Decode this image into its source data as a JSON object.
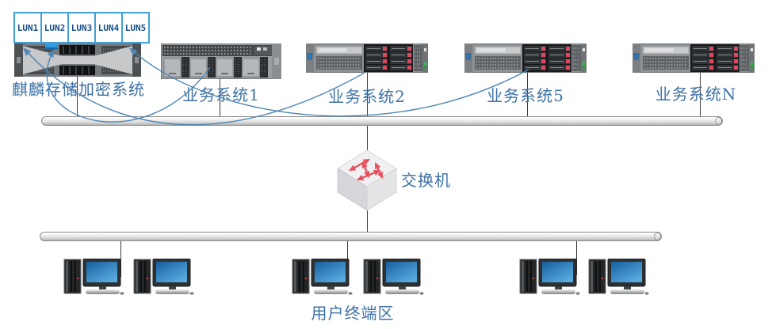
{
  "labels": {
    "storage": "麒麟存储加密系统",
    "server1": "业务系统1",
    "server2": "业务系统2",
    "server5": "业务系统5",
    "serverN": "业务系统N",
    "switch": "交换机",
    "terminal_area": "用户终端区"
  },
  "lun_strip": {
    "items": [
      "LUN1",
      "LUN2",
      "LUN3",
      "LUN4",
      "LUN5"
    ]
  },
  "terminal_area": {
    "workstation_count": 6
  },
  "connectors": {
    "arc_sources": [
      "业务系统1",
      "业务系统2",
      "业务系统5"
    ],
    "arc_target": "麒麟存储加密系统"
  },
  "colors": {
    "label_text": "#3f72a5",
    "arc_blue": "#4e86b4",
    "lun_border": "#41a0d9",
    "lun_text": "#174f86",
    "switch_arrow": "#e8515f",
    "screen_blue": "#2277bb"
  }
}
